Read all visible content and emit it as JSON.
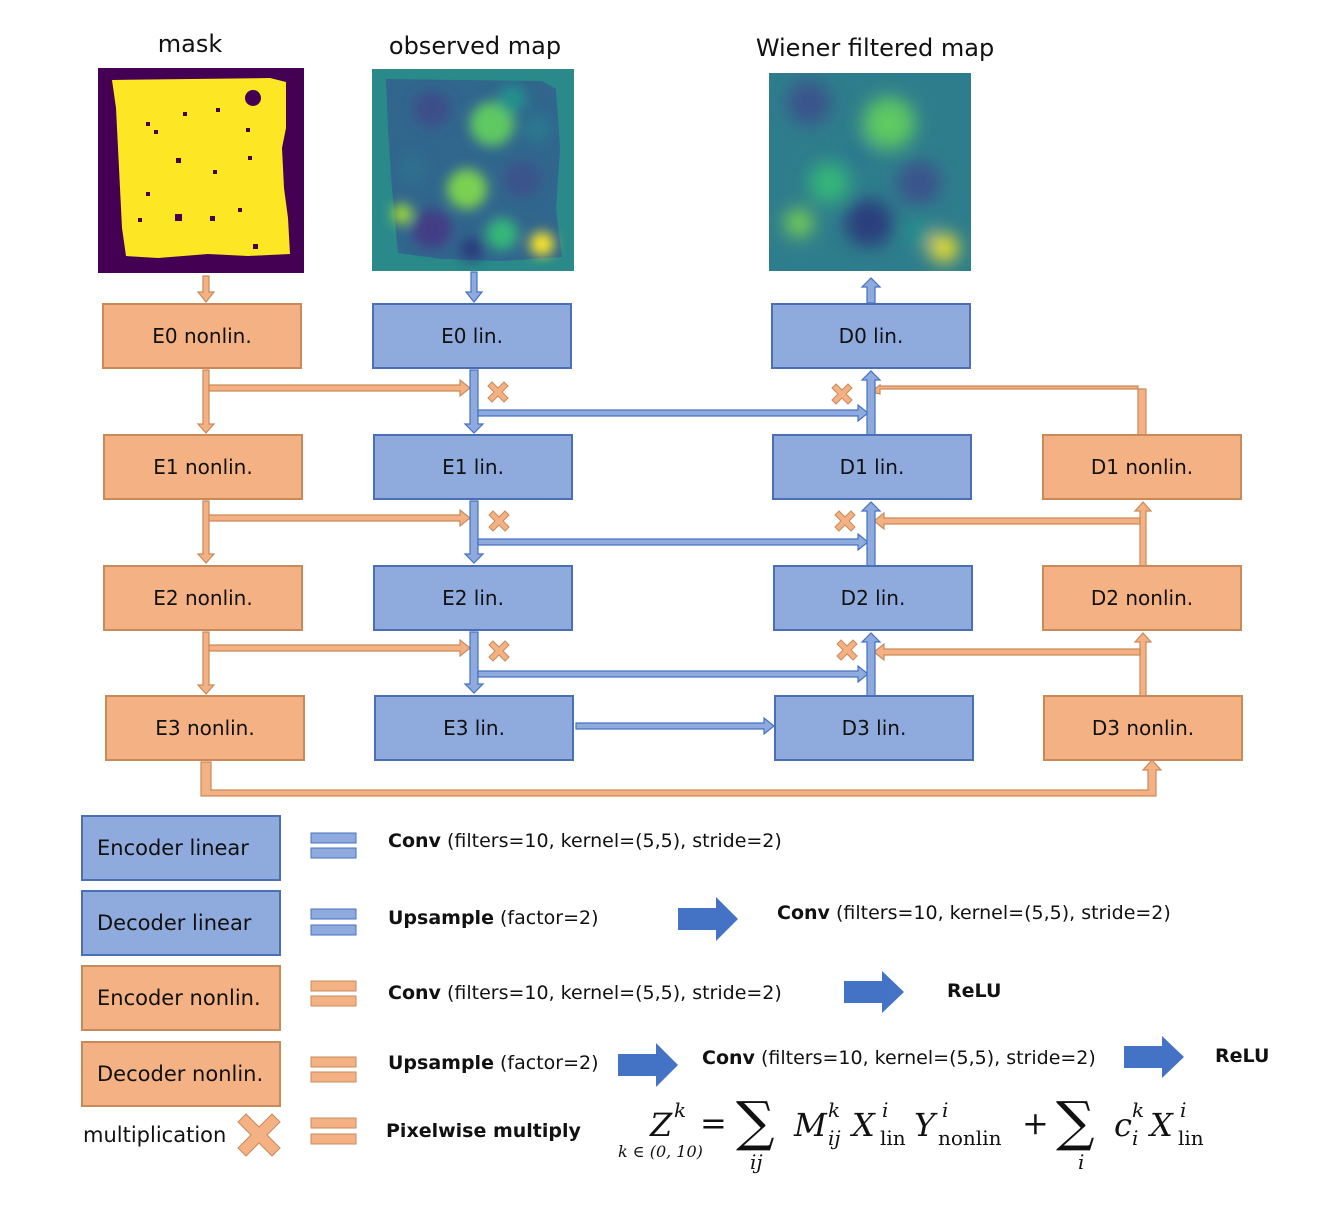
{
  "titles": {
    "mask": "mask",
    "observed": "observed map",
    "wiener": "Wiener filtered map"
  },
  "blocks": {
    "e0_nonlin": "E0 nonlin.",
    "e1_nonlin": "E1 nonlin.",
    "e2_nonlin": "E2 nonlin.",
    "e3_nonlin": "E3 nonlin.",
    "e0_lin": "E0 lin.",
    "e1_lin": "E1 lin.",
    "e2_lin": "E2 lin.",
    "e3_lin": "E3 lin.",
    "d0_lin": "D0 lin.",
    "d1_lin": "D1 lin.",
    "d2_lin": "D2 lin.",
    "d3_lin": "D3 lin.",
    "d1_nonlin": "D1 nonlin.",
    "d2_nonlin": "D2 nonlin.",
    "d3_nonlin": "D3 nonlin."
  },
  "legend": {
    "encoder_linear": "Encoder linear",
    "decoder_linear": "Decoder linear",
    "encoder_nonlin": "Encoder nonlin.",
    "decoder_nonlin": "Decoder nonlin.",
    "multiplication": "multiplication",
    "conv": "Conv",
    "conv_params": " (filters=10, kernel=(5,5), stride=2)",
    "upsample": "Upsample",
    "upsample_params": " (factor=2)",
    "relu": "ReLU",
    "pixelwise": "Pixelwise multiply"
  },
  "formula": {
    "lhs": "Z",
    "lhs_sup": "k",
    "lhs_sub": "k ∈ (0, 10)",
    "eq": "=",
    "sum1_sub": "ij",
    "term1": "M",
    "term1_sup": "k",
    "term1_sub": "ij",
    "x": "X",
    "x_sup": "i",
    "x_sub": "lin",
    "y": "Y",
    "y_sup": "i",
    "y_sub": "nonlin",
    "plus": "+",
    "sum2_sub": "i",
    "c": "c",
    "c_sup": "k",
    "c_sub": "i",
    "x2": "X",
    "x2_sup": "i",
    "x2_sub": "lin"
  },
  "colors": {
    "linear_fill": "#8faadc",
    "linear_border": "#4a6fb5",
    "nonlin_fill": "#f4b183",
    "nonlin_border": "#c98a5a",
    "arrow_blue": "#4472c4",
    "mask_yellow": "#fde725",
    "mask_purple": "#440154"
  }
}
